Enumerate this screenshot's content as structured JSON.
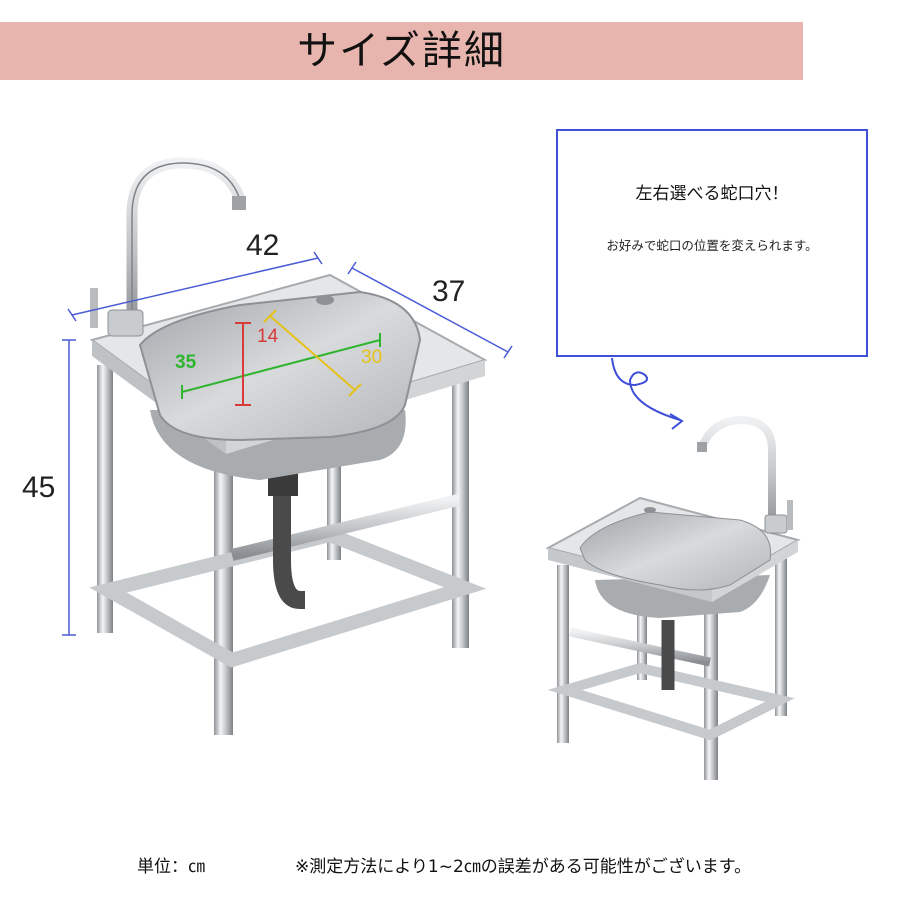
{
  "title": "サイズ詳細",
  "dimensions": {
    "width": "42",
    "depth": "37",
    "height": "45",
    "inner_length": "35",
    "inner_depth": "14",
    "inner_width": "30"
  },
  "callout": {
    "title": "左右選べる蛇口穴！",
    "subtitle": "お好みで蛇口の位置を変えられます。"
  },
  "footer": {
    "unit": "単位：㎝",
    "note": "※測定方法により1~2㎝の誤差がある可能性がございます。"
  },
  "colors": {
    "banner": "#e8b5ae",
    "dimension_line": "#4a5cd6",
    "inner_length": "#2fb52f",
    "inner_depth": "#d93a3a",
    "inner_width": "#e5c21a"
  }
}
